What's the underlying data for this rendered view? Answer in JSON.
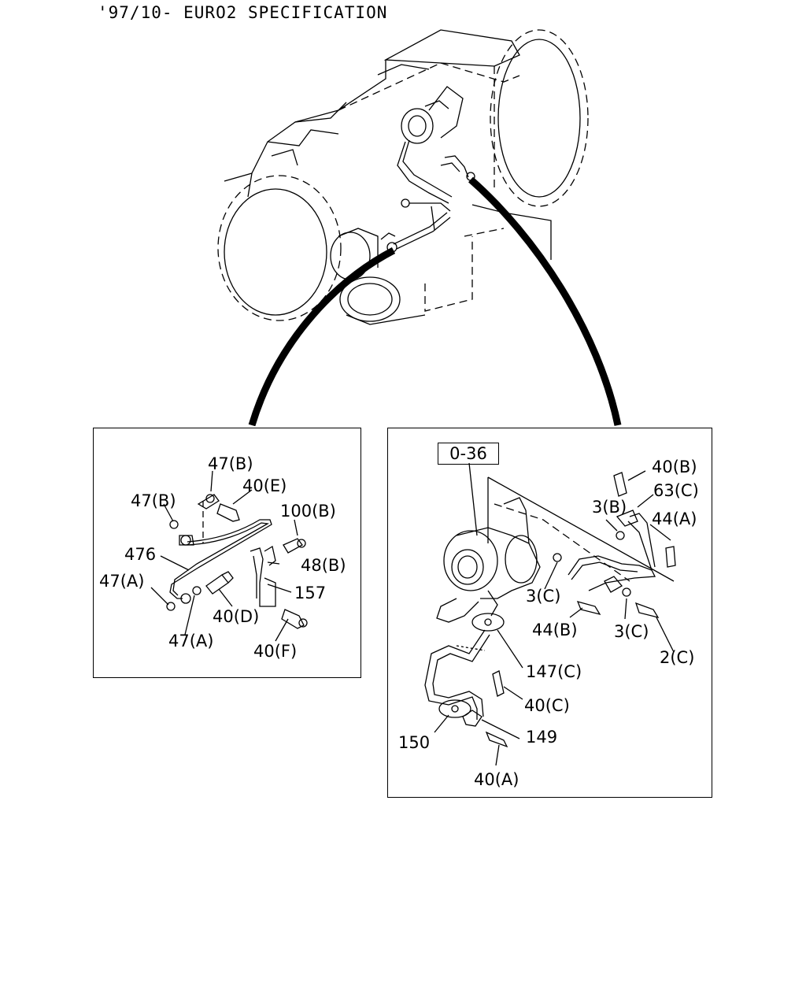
{
  "header": {
    "title": "'97/10- EURO2 SPECIFICATION"
  },
  "left_panel": {
    "labels": {
      "l_47b_top": "47(B)",
      "l_40e": "40(E)",
      "l_47b_left": "47(B)",
      "l_100b": "100(B)",
      "l_476": "476",
      "l_48b": "48(B)",
      "l_47a_left": "47(A)",
      "l_157": "157",
      "l_40d": "40(D)",
      "l_47a_bottom": "47(A)",
      "l_40f": "40(F)"
    }
  },
  "right_panel": {
    "ref_box": "0-36",
    "labels": {
      "r_40b": "40(B)",
      "r_63c": "63(C)",
      "r_3b": "3(B)",
      "r_44a": "44(A)",
      "r_3c_a": "3(C)",
      "r_44b": "44(B)",
      "r_3c_b": "3(C)",
      "r_2c": "2(C)",
      "r_147c": "147(C)",
      "r_40c": "40(C)",
      "r_150": "150",
      "r_149": "149",
      "r_40a": "40(A)"
    }
  }
}
